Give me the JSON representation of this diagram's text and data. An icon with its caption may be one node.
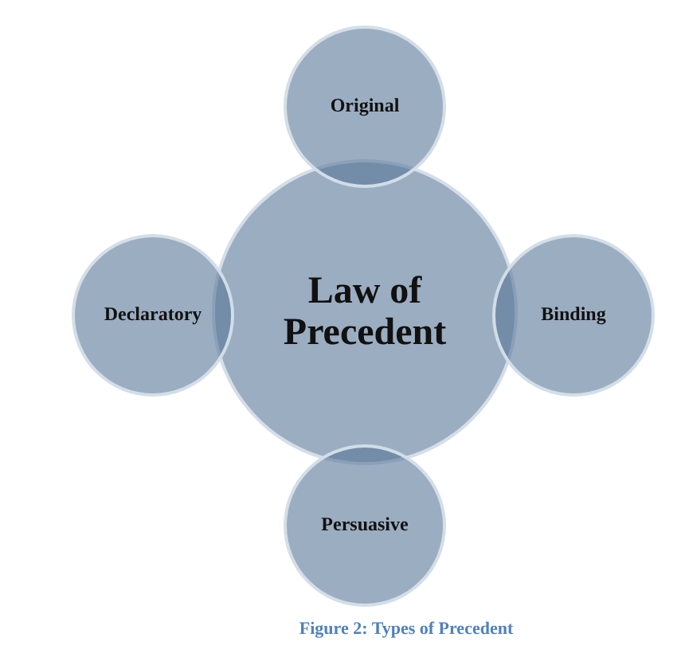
{
  "diagram": {
    "caption": "Figure 2: Types of Precedent",
    "nodes": [
      {
        "text": [
          "Law of Precedent"
        ]
      },
      {
        "text": [
          "Original"
        ]
      },
      {
        "text": [
          "Declaratory"
        ]
      },
      {
        "text": [
          "Binding"
        ]
      },
      {
        "text": [
          "Persuasive"
        ]
      }
    ]
  }
}
